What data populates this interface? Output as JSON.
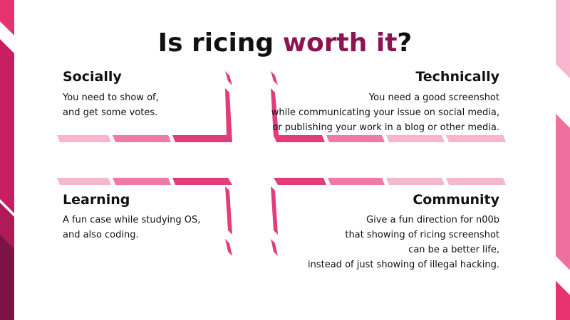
{
  "slide": {
    "title_main": "Is ricing",
    "title_accent": "worth it",
    "title_end": "?",
    "colors": {
      "accent_dark": "#8b1453",
      "pink_strong": "#e33c7a",
      "pink_mid": "#ef7aa6",
      "pink_light": "#f7b6ce"
    }
  },
  "sections": {
    "socially": {
      "heading": "Socially",
      "lines": [
        "You need to show of,",
        "and get some votes."
      ]
    },
    "technically": {
      "heading": "Technically",
      "lines": [
        "You need a good screenshot",
        "while communicating your issue on social media,",
        "or publishing your work in a blog or other media."
      ]
    },
    "learning": {
      "heading": "Learning",
      "lines": [
        "A fun case while studying OS,",
        "and also coding."
      ]
    },
    "community": {
      "heading": "Community",
      "lines": [
        "Give a fun direction for n00b",
        "that showing of ricing screenshot",
        "can be a better life,",
        "instead of just showing of illegal hacking."
      ]
    }
  }
}
